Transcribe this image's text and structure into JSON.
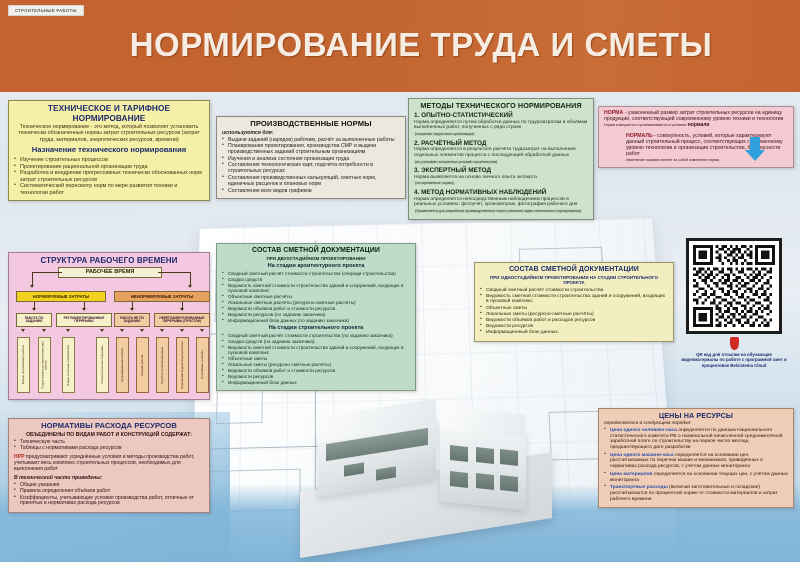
{
  "header": {
    "kicker": "СТРОИТЕЛЬНЫЕ РАБОТЫ",
    "title": "НОРМИРОВАНИЕ ТРУДА И СМЕТЫ",
    "bg_color": "#c4632f"
  },
  "tech": {
    "title": "ТЕХНИЧЕСКОЕ И ТАРИФНОЕ НОРМИРОВАНИЕ",
    "intro": "Техническое нормирование - это метод, который позволяет установить технически обозначенные нормы затрат строительных ресурсов (затрат труда, материалов, энергетических ресурсов, времени)",
    "subtitle": "Назначение технического нормирования",
    "items": [
      "Изучение строительных процессов",
      "Проектирование рациональной организации труда",
      "Разработка и внедрение прогрессивных технически обоснованных норм затрат строительных ресурсов",
      "Систематический пересмотр норм по мере развития техники и технологии работ"
    ]
  },
  "prod": {
    "title": "ПРОИЗВОДСТВЕННЫЕ НОРМЫ",
    "lead": "используются для:",
    "items": [
      "Выдачи заданий (нарядов) рабочим, расчёт за выполненные работы",
      "Планирования проектирования, производства СМР и выдачи производственных заданий строительным организациям",
      "Изучения и анализа состояния организации труда",
      "Составления технологических карт, подсчёта потребности в строительных ресурсах",
      "Составления производственных калькуляций, сметных норм, единичных расценок и плановых норм",
      "Составления всех видов графиков"
    ]
  },
  "methods": {
    "title": "МЕТОДЫ ТЕХНИЧЕСКОГО НОРМИРОВАНИЯ",
    "entries": [
      {
        "heading": "1. ОПЫТНО-СТАТИСТИЧЕСКИЙ",
        "body": "Норма определяется путем обработки данных по трудозатратам и объёмам выполненных работ, полученных с ряда строек",
        "note": "(сохраняет недостатки организации)"
      },
      {
        "heading": "2. РАСЧЁТНЫЙ МЕТОД",
        "body": "Норма определяется в результате расчёта трудозатрат на выполнение отдельных элементов процесса с последующей обработкой данных",
        "note": "(не учитывает конкретных условий строительства)"
      },
      {
        "heading": "3. ЭКСПЕРТНЫЙ МЕТОД",
        "body": "Норма выявляется на основе личного опыта эксперта",
        "note": "(это временные нормы)"
      },
      {
        "heading": "4. МЕТОД НОРМАТИВНЫХ НАБЛЮДЕНИЙ",
        "body": "Норма определяется непосредственным наблюдением процессов в реальных условиях: фотоучёт, хронометраж, фотография рабочего дня",
        "note": "(Применяется для разработки производственных норм и решения задач технического нормирования)"
      }
    ]
  },
  "norma": {
    "def1_term": "НОРМА",
    "def1": " - узаконенный размер затрат строительных ресурсов на единицу продукции, соответствующий современному уровню техники и технологии",
    "def1_note_a": "Норма измеряется и устанавливается в условиях ",
    "def1_note_b": "нормали",
    "def2_term": "НОРМАЛЬ",
    "def2": " - совокупность, условий, которые характеризуют данный строительный процесс, соответствующих современному уровню технологии и организации строительства, безопасности работ",
    "def2_note": "Изменение нормали влечёт за собой изменение нормы"
  },
  "structure": {
    "title": "СТРУКТУРА РАБОЧЕГО ВРЕМЕНИ",
    "root": "РАБОЧЕЕ ВРЕМЯ",
    "norm_label": "НОРМИРУЕМЫЕ ЗАТРАТЫ",
    "nenorm_label": "НЕНОРМИРУЕМЫЕ ЗАТРАТЫ",
    "level3": [
      "РАБОТА ПО ЗАДАНИЮ",
      "РЕГЛАМЕНТИРОВАННЫЕ ПЕРЕРЫВЫ",
      "РАБОТА НЕ ПО ЗАДАНИЮ",
      "НЕРЕГЛАМЕНТИРОВАННЫЕ ПЕРЕРЫВЫ (ПРОСТОИ)"
    ],
    "leaves_norm": [
      "Время оперативной работы",
      "Подготовительно-заключительная работа",
      "Отдых и личные потребности",
      "Технологические перерывы"
    ],
    "leaves_nenorm": [
      "Непредвиденная работа",
      "Лишняя работа",
      "Простои организационные",
      "Нарушения трудовой дисциплины",
      "Случайные причины"
    ]
  },
  "estimate_two_stage": {
    "title": "СОСТАВ СМЕТНОЙ ДОКУМЕНТАЦИИ",
    "subtitle": "ПРИ ДВУХСТАДИЙНОМ ПРОЕКТИРОВАНИИ",
    "stage1": "На стадии архитектурного проекта",
    "items1": [
      "Сводный сметный расчёт стоимости строительства (очереди строительства)",
      "Сводка средств",
      "Ведомость сметной стоимости строительства зданий и сооружений, входящих в пусковой комплекс",
      "Объектные сметные расчёты",
      "Локальные сметные расчёты (ресурсно-сметные расчёты)",
      "Ведомости объёмов работ и стоимости ресурсов",
      "Ведомости ресурсов (по заданию заказчика)",
      "Информационный блок данных (по заданию заказчика)"
    ],
    "stage2": "На стадии строительного проекта",
    "items2": [
      "Сводный сметный расчёт стоимости строительства (по заданию заказчика)",
      "Сводка средств (по заданию заказчика)",
      "Ведомость сметной стоимости строительства зданий и сооружений, входящих в пусковой комплекс",
      "Объектные сметы",
      "Локальные сметы (ресурсно-сметные расчёты)",
      "Ведомости объёмов работ и стоимости ресурсов",
      "Ведомости ресурсов",
      "Информационный блок данных"
    ]
  },
  "estimate_one_stage": {
    "title": "СОСТАВ СМЕТНОЙ ДОКУМЕНТАЦИИ",
    "subtitle": "ПРИ ОДНОСТАДИЙНОМ ПРОЕКТИРОВАНИИ НА СТАДИИ СТРОИТЕЛЬНОГО ПРОЕКТА",
    "items": [
      "Сводный сметный расчёт стоимости строительства",
      "Ведомость сметной стоимости строительства зданий и сооружений, входящих в пусковой комплекс",
      "Объектные сметы",
      "Локальные сметы (ресурсно-сметные расчёты)",
      "Ведомости объёмов работ и расходов ресурсов",
      "Ведомости ресурсов",
      "Информационный блок данных."
    ]
  },
  "qr": {
    "caption": "QR код для отсылки на обучающие видеоматериалы по работе с программой смет и процентовок Belsistema Cloud",
    "pin_color": "#d22a24"
  },
  "norm_resources": {
    "title": "НОРМАТИВЫ РАСХОДА РЕСУРСОВ",
    "subtitle": "ОБЪЕДИНЕНЫ ПО ВИДАМ РАБОТ И КОНСТРУКЦИЙ СОДЕРЖАТ:",
    "items": [
      "Техническую часть",
      "Таблицы с нормативами расхода ресурсов"
    ],
    "hl": "НРР",
    "para": " предусматривают усреднённые условия и методы производства работ, учитывают весь комплекс строительных процессов, необходимых для выполнения работ",
    "section": "В технической части приведены:",
    "items2": [
      "Общие указания",
      "Правила определения объёмов работ",
      "Коэффициенты, учитывающие условия производства работ, отличные от принятых в нормативах расхода ресурсов"
    ]
  },
  "prices": {
    "title": "ЦЕНЫ НА РЕСУРСЫ",
    "lead": "определяются в следующем порядке:",
    "items": [
      {
        "hl": "Цена одного человеко-часа",
        "rest": " определяется по данным Национального статистического комитета РБ о номинальной начисленной среднемесячной заработной плате по строительству на первое число месяца, предшествующего дате разработки"
      },
      {
        "hl": "Цена одного машино-часа",
        "rest": " определяется на основании цен, рассчитываемых по перечню машин и механизмов, приведённых в нормативах расхода ресурсов, с учётом данных мониторинга"
      },
      {
        "hl": "Цена материалов",
        "rest": " определяется на основании текущих цен, с учётом данных мониторинга"
      },
      {
        "hl": "Транспортные расходы",
        "rest": " (включая заготовительные и складские) рассчитываются по процентной норме от стоимости материалов и затрат рабочего времени"
      }
    ]
  }
}
